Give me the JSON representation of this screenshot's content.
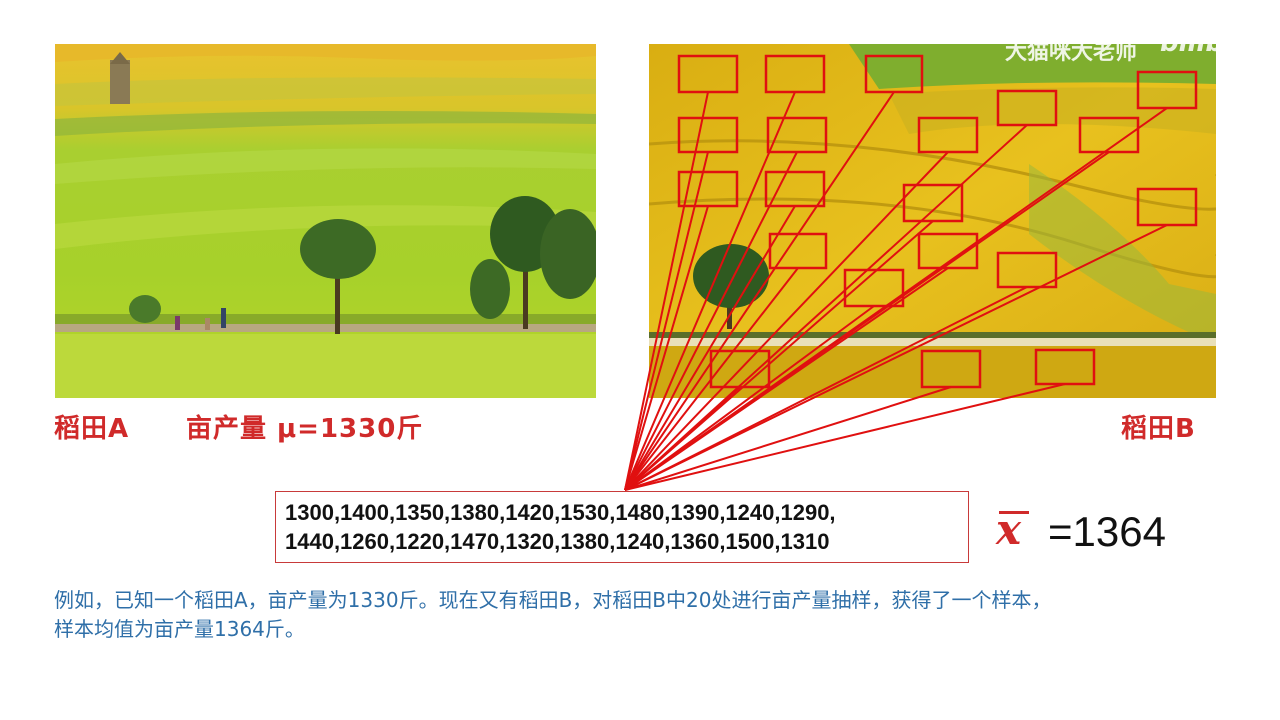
{
  "captions": {
    "field_a": "稻田A",
    "field_a_yield": "亩产量 μ=1330斤",
    "field_b": "稻田B"
  },
  "watermark": {
    "text": "大猫咪大老师",
    "logo": "bilibili"
  },
  "sample": {
    "line1": "1300,1400,1350,1380,1420,1530,1480,1390,1240,1290,",
    "line2": "1440,1260,1220,1470,1320,1380,1240,1360,1500,1310",
    "count": 20
  },
  "mean": {
    "symbol": "x",
    "equation": "=1364"
  },
  "description": {
    "line1": "例如，已知一个稻田A，亩产量为1330斤。现在又有稻田B，对稻田B中20处进行亩产量抽样，获得了一个样本，",
    "line2": "样本均值为亩产量1364斤。"
  },
  "colors": {
    "accent_red": "#d02a2a",
    "description_blue": "#2f6fa8",
    "field_green": "#9fcf2a",
    "field_gold": "#e6be1a"
  }
}
